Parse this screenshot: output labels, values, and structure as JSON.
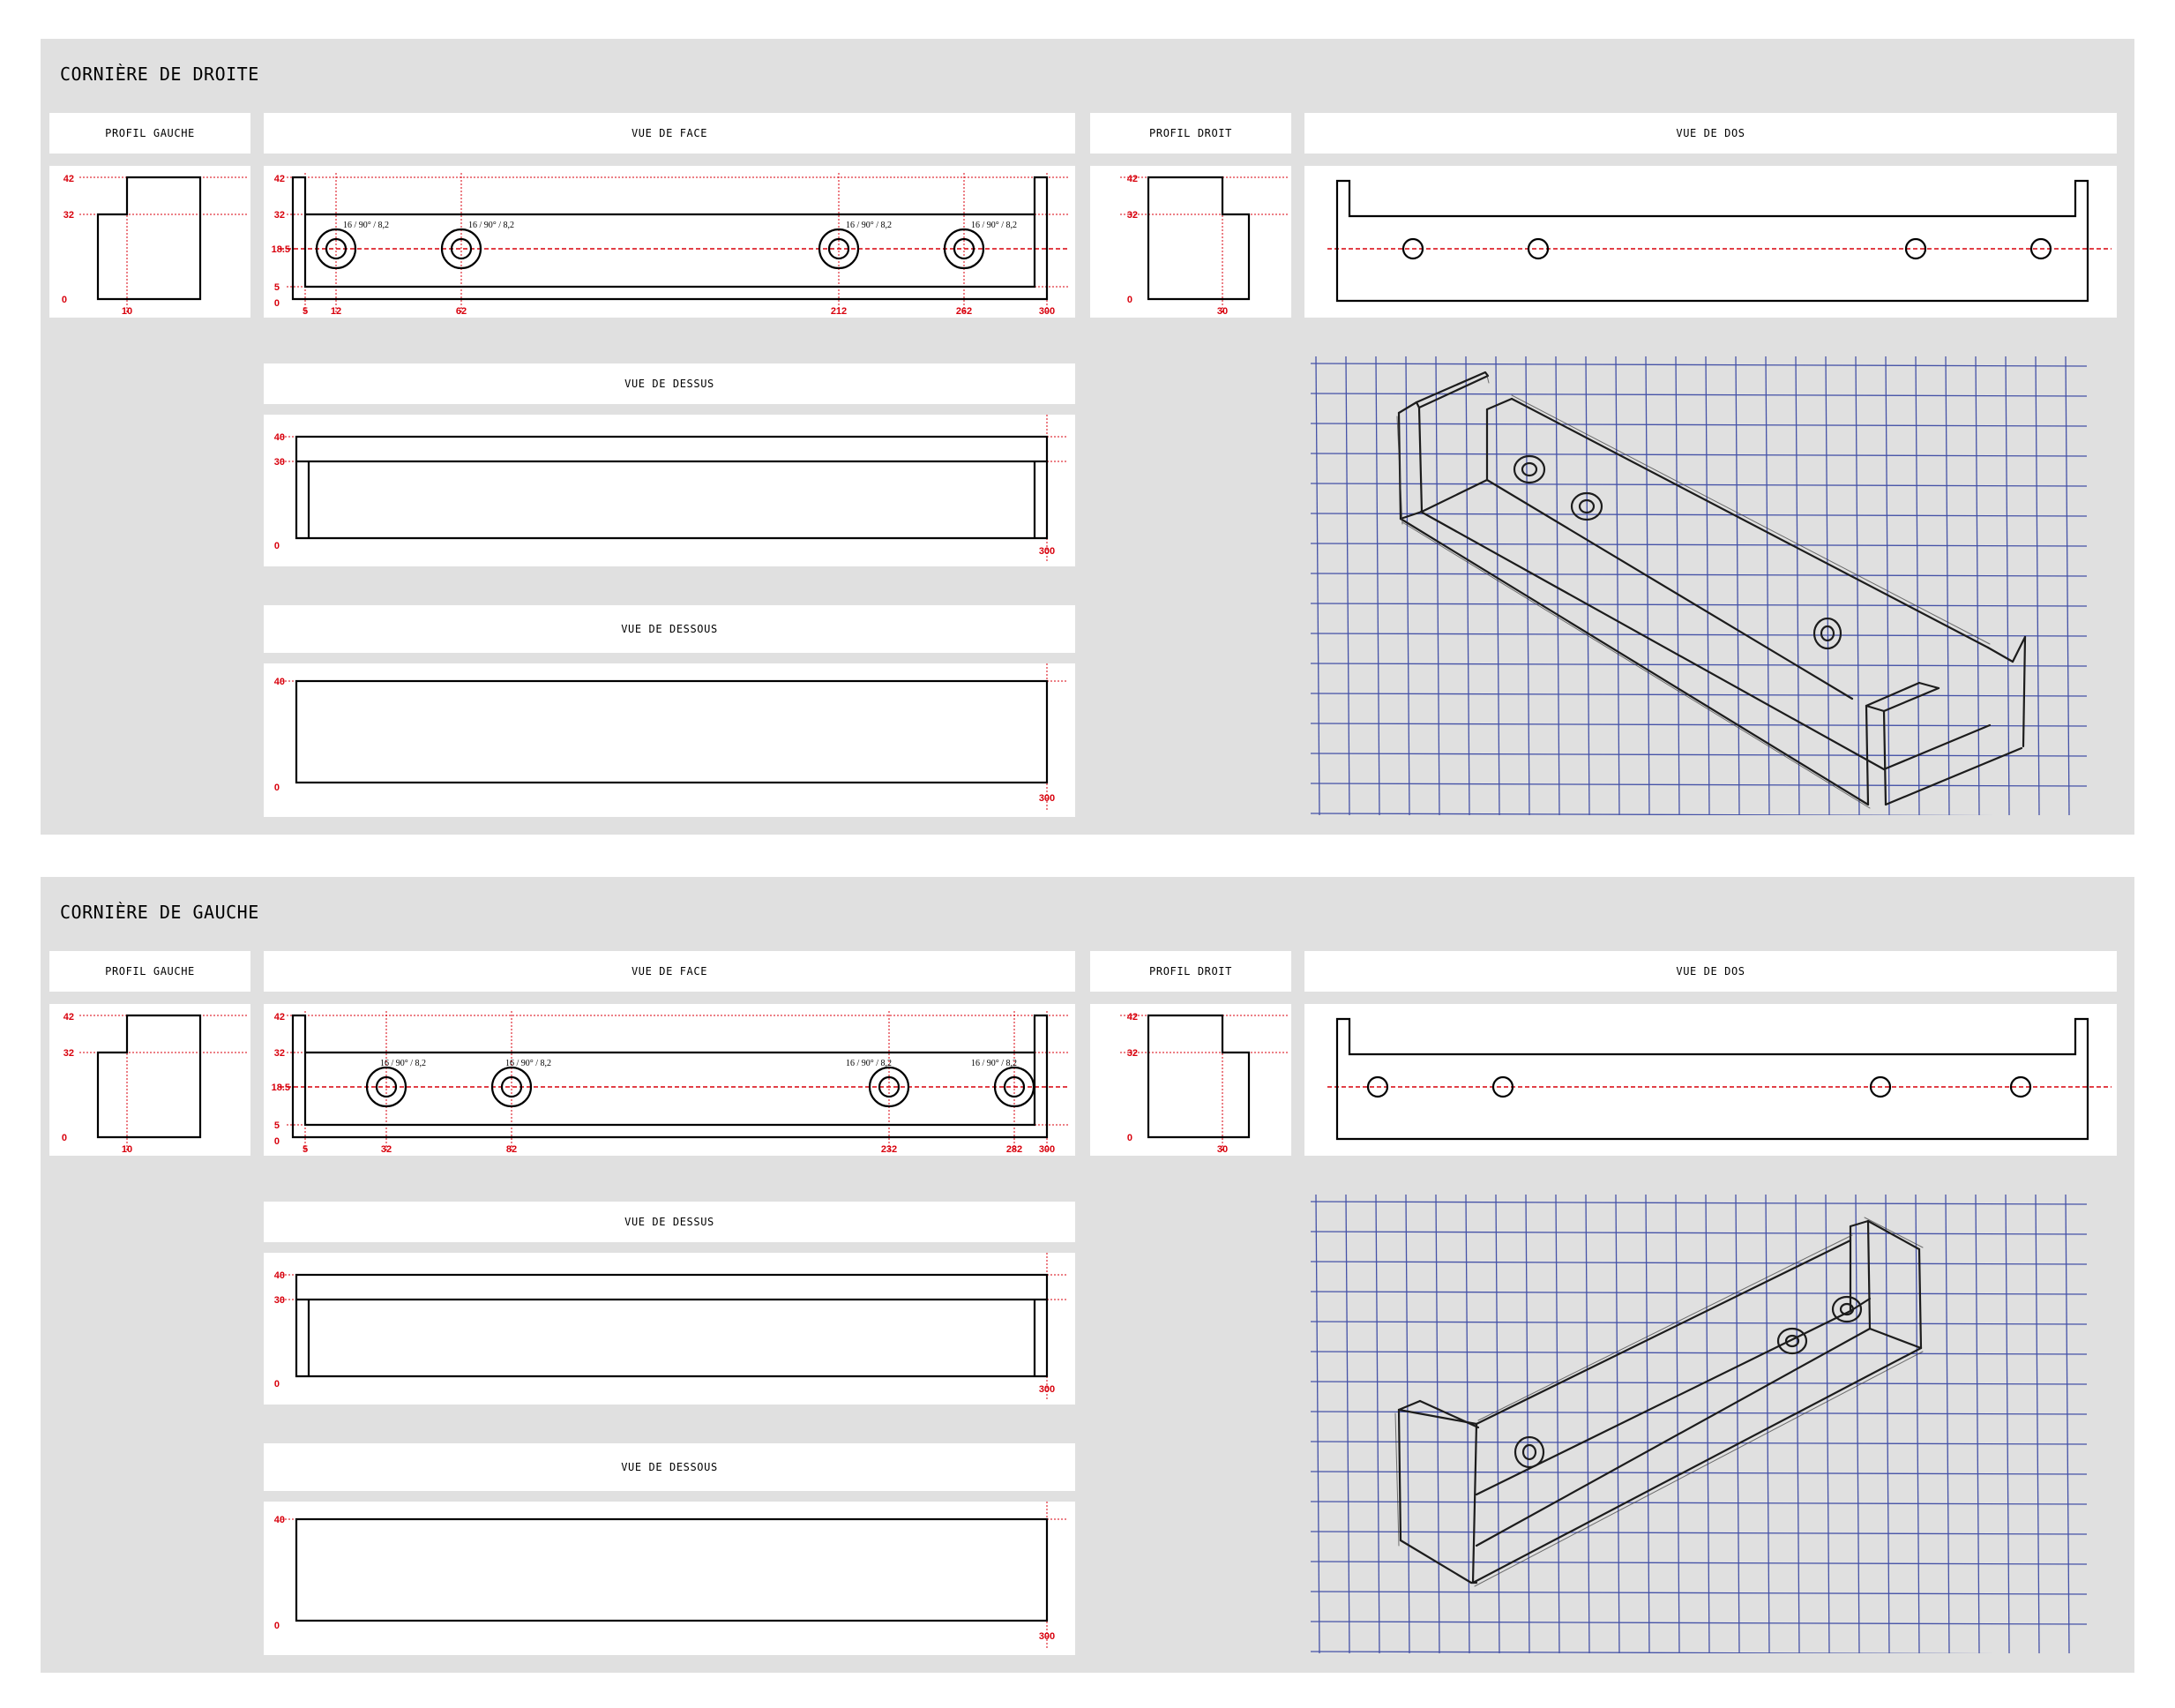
{
  "sections": [
    {
      "title": "CORNIÈRE DE DROITE",
      "labels": {
        "profil_gauche": "PROFIL GAUCHE",
        "vue_de_face": "VUE DE FACE",
        "profil_droit": "PROFIL DROIT",
        "vue_de_dos": "VUE DE DOS",
        "vue_de_dessus": "VUE DE DESSUS",
        "vue_de_dessous": "VUE DE DESSOUS"
      },
      "profil_gauche": {
        "y_labels": [
          "42",
          "32",
          "0"
        ],
        "x_labels": [
          "10"
        ]
      },
      "profil_droit": {
        "y_labels": [
          "42",
          "32",
          "0"
        ],
        "x_labels": [
          "30"
        ]
      },
      "vue_de_face": {
        "y_labels": [
          "42",
          "32",
          "18.5",
          "5",
          "0"
        ],
        "x_labels": [
          "5",
          "12",
          "62",
          "212",
          "262",
          "300"
        ],
        "hole_note": "16 / 90° / 8,2",
        "holes_mm": [
          12,
          62,
          212,
          262
        ]
      },
      "vue_de_dos": {
        "holes_mm": [
          36,
          86,
          236,
          286
        ]
      },
      "vue_de_dessus": {
        "y_labels": [
          "40",
          "30",
          "0"
        ],
        "x_labels": [
          "300"
        ]
      },
      "vue_de_dessous": {
        "y_labels": [
          "40",
          "0"
        ],
        "x_labels": [
          "300"
        ]
      },
      "sketch": "right"
    },
    {
      "title": "CORNIÈRE DE GAUCHE",
      "labels": {
        "profil_gauche": "PROFIL GAUCHE",
        "vue_de_face": "VUE DE FACE",
        "profil_droit": "PROFIL DROIT",
        "vue_de_dos": "VUE DE DOS",
        "vue_de_dessus": "VUE DE DESSUS",
        "vue_de_dessous": "VUE DE DESSOUS"
      },
      "profil_gauche": {
        "y_labels": [
          "42",
          "32",
          "0"
        ],
        "x_labels": [
          "10"
        ]
      },
      "profil_droit": {
        "y_labels": [
          "42",
          "32",
          "0"
        ],
        "x_labels": [
          "30"
        ]
      },
      "vue_de_face": {
        "y_labels": [
          "42",
          "32",
          "18.5",
          "5",
          "0"
        ],
        "x_labels": [
          "5",
          "32",
          "82",
          "232",
          "282",
          "300"
        ],
        "hole_note": "16 / 90° / 8,2",
        "holes_mm": [
          32,
          82,
          232,
          282
        ]
      },
      "vue_de_dos": {
        "holes_mm": [
          16,
          66,
          216,
          272
        ]
      },
      "vue_de_dessus": {
        "y_labels": [
          "40",
          "30",
          "0"
        ],
        "x_labels": [
          "300"
        ]
      },
      "vue_de_dessous": {
        "y_labels": [
          "40",
          "0"
        ],
        "x_labels": [
          "300"
        ]
      },
      "sketch": "left"
    }
  ],
  "colors": {
    "dimension": "#d8000c",
    "background": "#e0e0e0",
    "panel": "#ffffff",
    "grid": "#2a3a9e"
  }
}
